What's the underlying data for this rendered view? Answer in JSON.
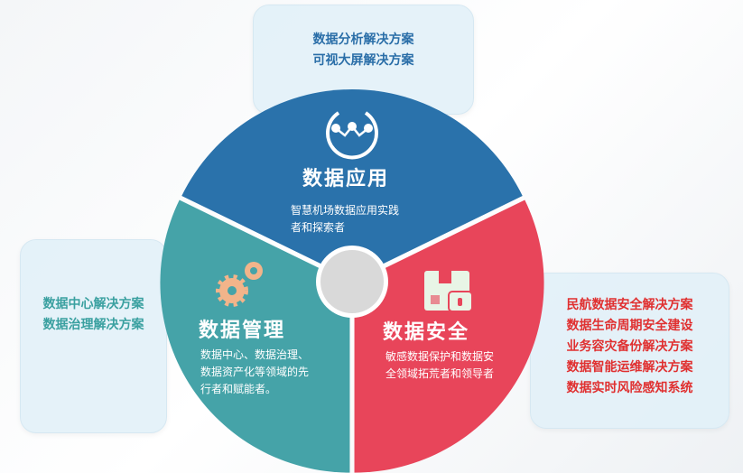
{
  "top_box": {
    "lines": [
      "数据分析解决方案",
      "可视大屏解决方案"
    ]
  },
  "left_box": {
    "lines": [
      "数据中心解决方案",
      "数据治理解决方案"
    ]
  },
  "right_box": {
    "lines": [
      "民航数据安全解决方案",
      "数据生命周期安全建设",
      "业务容灾备份解决方案",
      "数据智能运维解决方案",
      "数据实时风险感知系统"
    ]
  },
  "segments": {
    "application": {
      "title": "数据应用",
      "desc": [
        "智慧机场数据应用实践",
        "者和探索者"
      ],
      "color": "#2a72ab",
      "icon": "data-network-icon"
    },
    "management": {
      "title": "数据管理",
      "desc": [
        "数据中心、数据治理、",
        "数据资产化等领域的先",
        "行者和赋能者。"
      ],
      "color": "#45a3a8",
      "icon": "gears-icon"
    },
    "security": {
      "title": "数据安全",
      "desc": [
        "敏感数据保护和数据安",
        "全领域拓荒者和领导者"
      ],
      "color": "#e8455a",
      "icon": "lock-box-icon"
    }
  }
}
